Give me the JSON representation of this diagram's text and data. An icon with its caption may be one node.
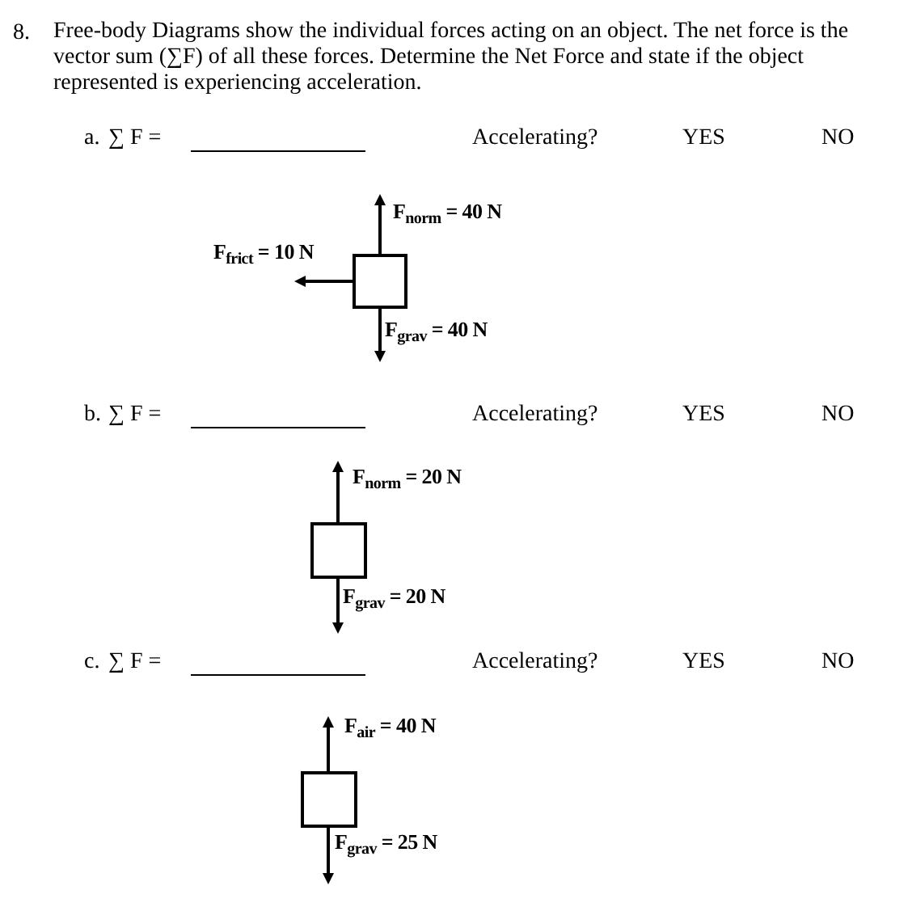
{
  "diagram": {
    "nodes": [
      {
        "text": [],
        "shape": "box"
      },
      {
        "text": [],
        "shape": "box"
      },
      {
        "text": [],
        "shape": "box"
      }
    ],
    "labels": [
      "8.",
      "Free-body Diagrams show the individual forces acting on an object.  The net force is the vector sum (∑F) of all these forces.  Determine the Net Force and state if the object represented is experiencing acceleration.",
      "a.",
      "∑ F =",
      "Accelerating?",
      "YES",
      "NO",
      "F$_{norm}$ = 40 N",
      "F$_{frict}$ = 10 N",
      "F$_{grav}$ = 40 N",
      "b.",
      "∑ F =",
      "Accelerating?",
      "YES",
      "NO",
      "F$_{norm}$ = 20 N",
      "F$_{grav}$ = 20 N",
      "c.",
      "∑ F =",
      "Accelerating?",
      "YES",
      "NO",
      "F$_{air}$ = 40 N",
      "F$_{grav}$ = 25 N"
    ]
  }
}
